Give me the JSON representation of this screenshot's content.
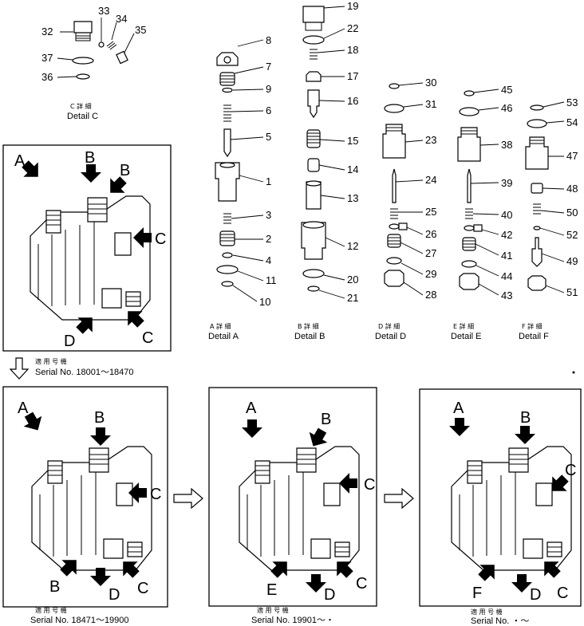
{
  "detail_c": {
    "parts": [
      "32",
      "33",
      "34",
      "35",
      "37",
      "36"
    ],
    "caption_jp": "C 詳 細",
    "caption": "Detail C"
  },
  "detail_a": {
    "parts": [
      "8",
      "7",
      "9",
      "6",
      "5",
      "1",
      "3",
      "2",
      "4",
      "11",
      "10"
    ],
    "caption_jp": "A 詳 細",
    "caption": "Detail A"
  },
  "detail_b": {
    "parts": [
      "19",
      "22",
      "18",
      "17",
      "16",
      "15",
      "14",
      "13",
      "12",
      "20",
      "21"
    ],
    "caption_jp": "B 詳 細",
    "caption": "Detail B"
  },
  "detail_d": {
    "parts": [
      "30",
      "31",
      "23",
      "24",
      "25",
      "26",
      "27",
      "29",
      "28"
    ],
    "caption_jp": "D 詳 細",
    "caption": "Detail D"
  },
  "detail_e": {
    "parts": [
      "45",
      "46",
      "38",
      "39",
      "40",
      "42",
      "41",
      "44",
      "43"
    ],
    "caption_jp": "E 詳 細",
    "caption": "Detail E"
  },
  "detail_f": {
    "parts": [
      "53",
      "54",
      "47",
      "48",
      "50",
      "52",
      "49",
      "51"
    ],
    "caption_jp": "F 詳 細",
    "caption": "Detail F"
  },
  "valve_1": {
    "letters": [
      "A",
      "B",
      "B",
      "C",
      "D",
      "C"
    ],
    "serial_jp": "適 用 号 機",
    "serial": "Serial No. 18001～18470"
  },
  "valve_2": {
    "letters": [
      "A",
      "B",
      "C",
      "B",
      "D",
      "C"
    ],
    "serial_jp": "適 用 号 機",
    "serial": "Serial No. 18471～19900"
  },
  "valve_3": {
    "letters": [
      "A",
      "B",
      "C",
      "E",
      "D",
      "C"
    ],
    "serial_jp": "適 用 号 機",
    "serial": "Serial No. 19901～・"
  },
  "valve_4": {
    "letters": [
      "A",
      "B",
      "C",
      "F",
      "D",
      "C"
    ],
    "serial_jp": "適 用 号 機",
    "serial": "Serial No. ・～"
  },
  "colors": {
    "ink": "#000000",
    "paper": "#ffffff"
  },
  "icons": {
    "arrow": "solid-pointer-arrow",
    "transition": "hollow-arrow"
  }
}
